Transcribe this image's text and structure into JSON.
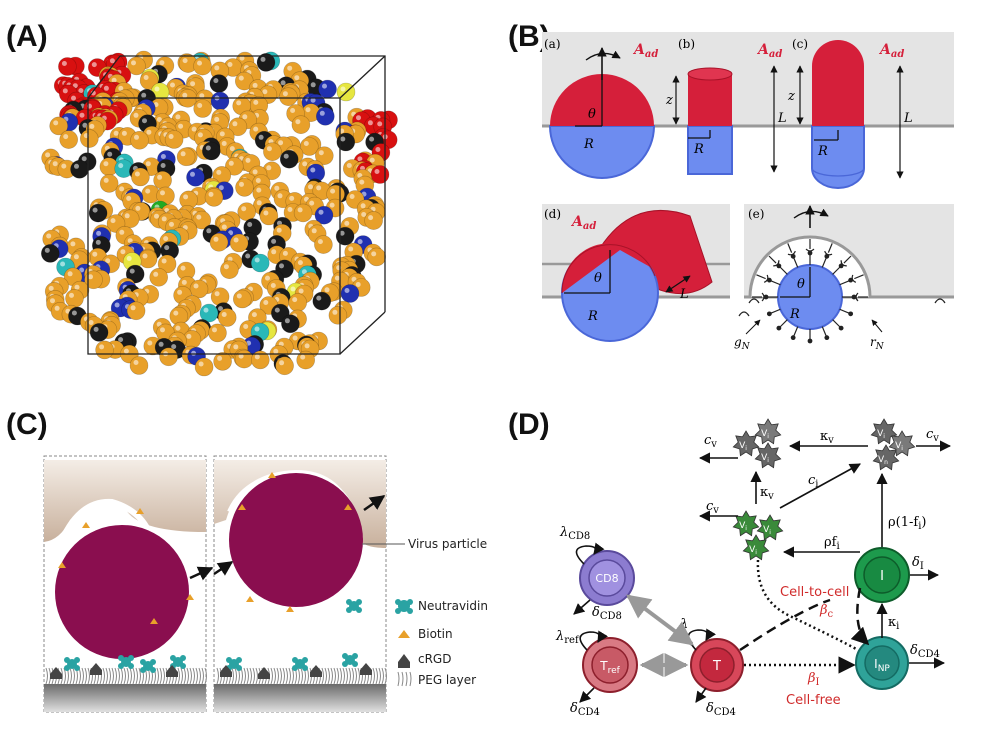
{
  "panels": {
    "A": {
      "label": "(A)"
    },
    "B": {
      "label": "(B)",
      "sub_a": "(a)",
      "sub_b": "(b)",
      "sub_c": "(c)",
      "sub_d": "(d)",
      "sub_e": "(e)",
      "A_ad": "A",
      "A_ad_sub": "ad",
      "theta": "θ",
      "R": "R",
      "z": "z",
      "L": "L",
      "g_N": "g",
      "r_N": "r",
      "N": "N"
    },
    "C": {
      "label": "(C)",
      "virus_label": "Virus particle",
      "legend": [
        {
          "name": "Neutravidin"
        },
        {
          "name": "Biotin"
        },
        {
          "name": "cRGD"
        },
        {
          "name": "PEG layer"
        }
      ]
    },
    "D": {
      "label": "(D)",
      "nodes": {
        "cd8": "CD8",
        "t": "T",
        "tref": "T",
        "tref_sub": "ref",
        "i": "I",
        "inp": "I",
        "inp_sub": "NP"
      },
      "virus": {
        "vi": "V",
        "vi_sub": "i",
        "vn": "V",
        "vn_sub": "n"
      },
      "params": {
        "lambda": "λ",
        "cd8": "CD8",
        "ref": "ref",
        "cd4": "CD4",
        "delta": "δ",
        "c": "c",
        "v": "v",
        "i": "i",
        "I": "I",
        "kappa": "κ",
        "rho_f": "ρf",
        "rho_1mf": "ρ(1-f",
        "close_paren": ")",
        "beta": "β",
        "cell_to_cell": "Cell-to-cell",
        "cell_free": "Cell-free"
      }
    }
  },
  "colors": {
    "red": "#d51f3a",
    "blue": "#6d8cf0",
    "orange": "#e8a02a",
    "magenta": "#8a0e4f",
    "cd8": "#8c7cd0",
    "t_cell": "#d8475a",
    "tref": "#d97a84",
    "infected": "#1d9a4c",
    "inp": "#2fa399"
  }
}
